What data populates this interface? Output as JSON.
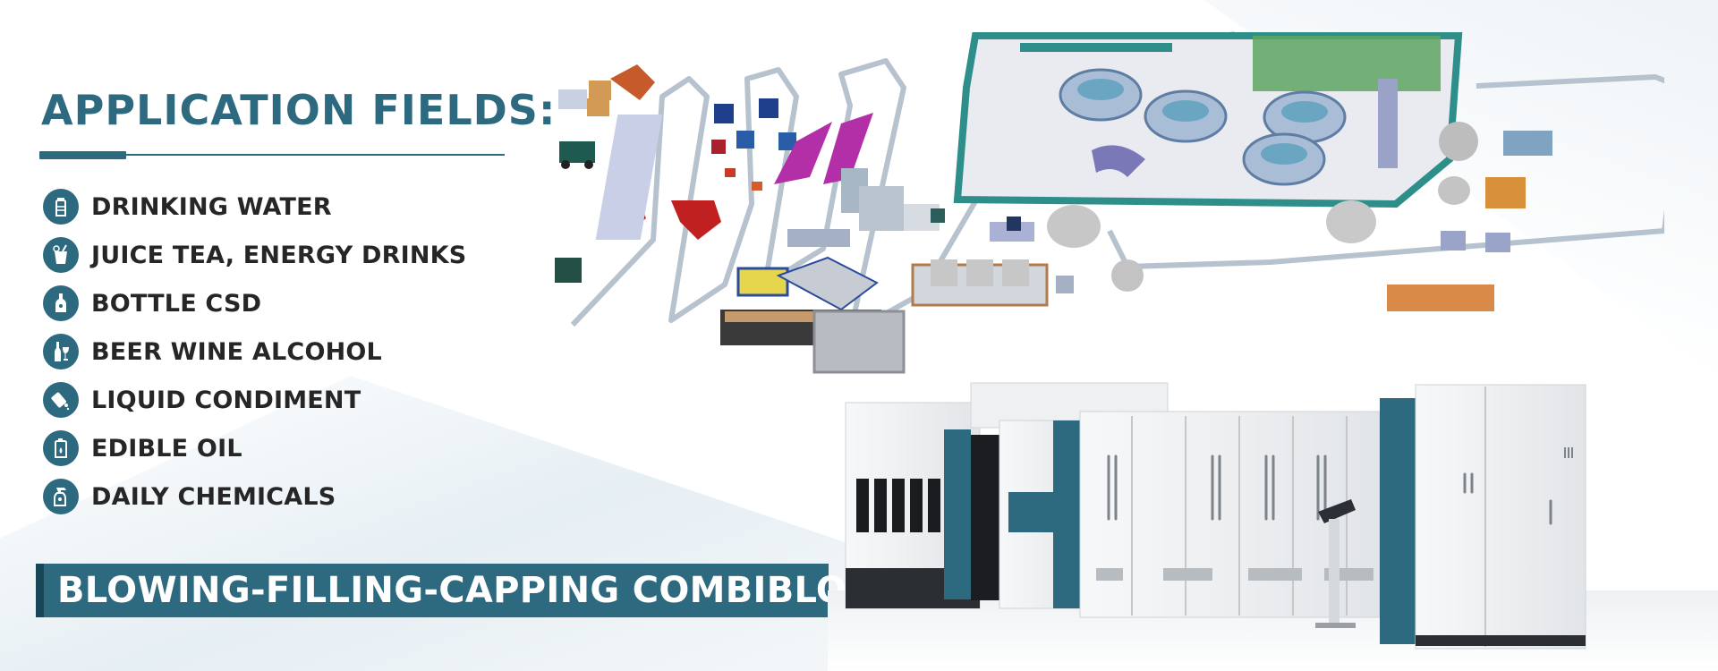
{
  "heading": "APPLICATION FIELDS:",
  "application_fields": [
    {
      "label": "DRINKING WATER",
      "icon": "water-bottle-icon"
    },
    {
      "label": "JUICE TEA, ENERGY DRINKS",
      "icon": "drink-cup-icon"
    },
    {
      "label": "BOTTLE CSD",
      "icon": "soda-bottle-icon"
    },
    {
      "label": "BEER WINE ALCOHOL",
      "icon": "wine-bottle-icon"
    },
    {
      "label": "LIQUID CONDIMENT",
      "icon": "condiment-icon"
    },
    {
      "label": "EDIBLE OIL",
      "icon": "oil-jug-icon"
    },
    {
      "label": "DAILY CHEMICALS",
      "icon": "spray-bottle-icon"
    }
  ],
  "banner": "BLOWING-FILLING-CAPPING COMBIBLOCK",
  "colors": {
    "brand": "#2e6a7f",
    "brand_dark": "#184657",
    "text": "#262626",
    "bg": "#ffffff"
  }
}
